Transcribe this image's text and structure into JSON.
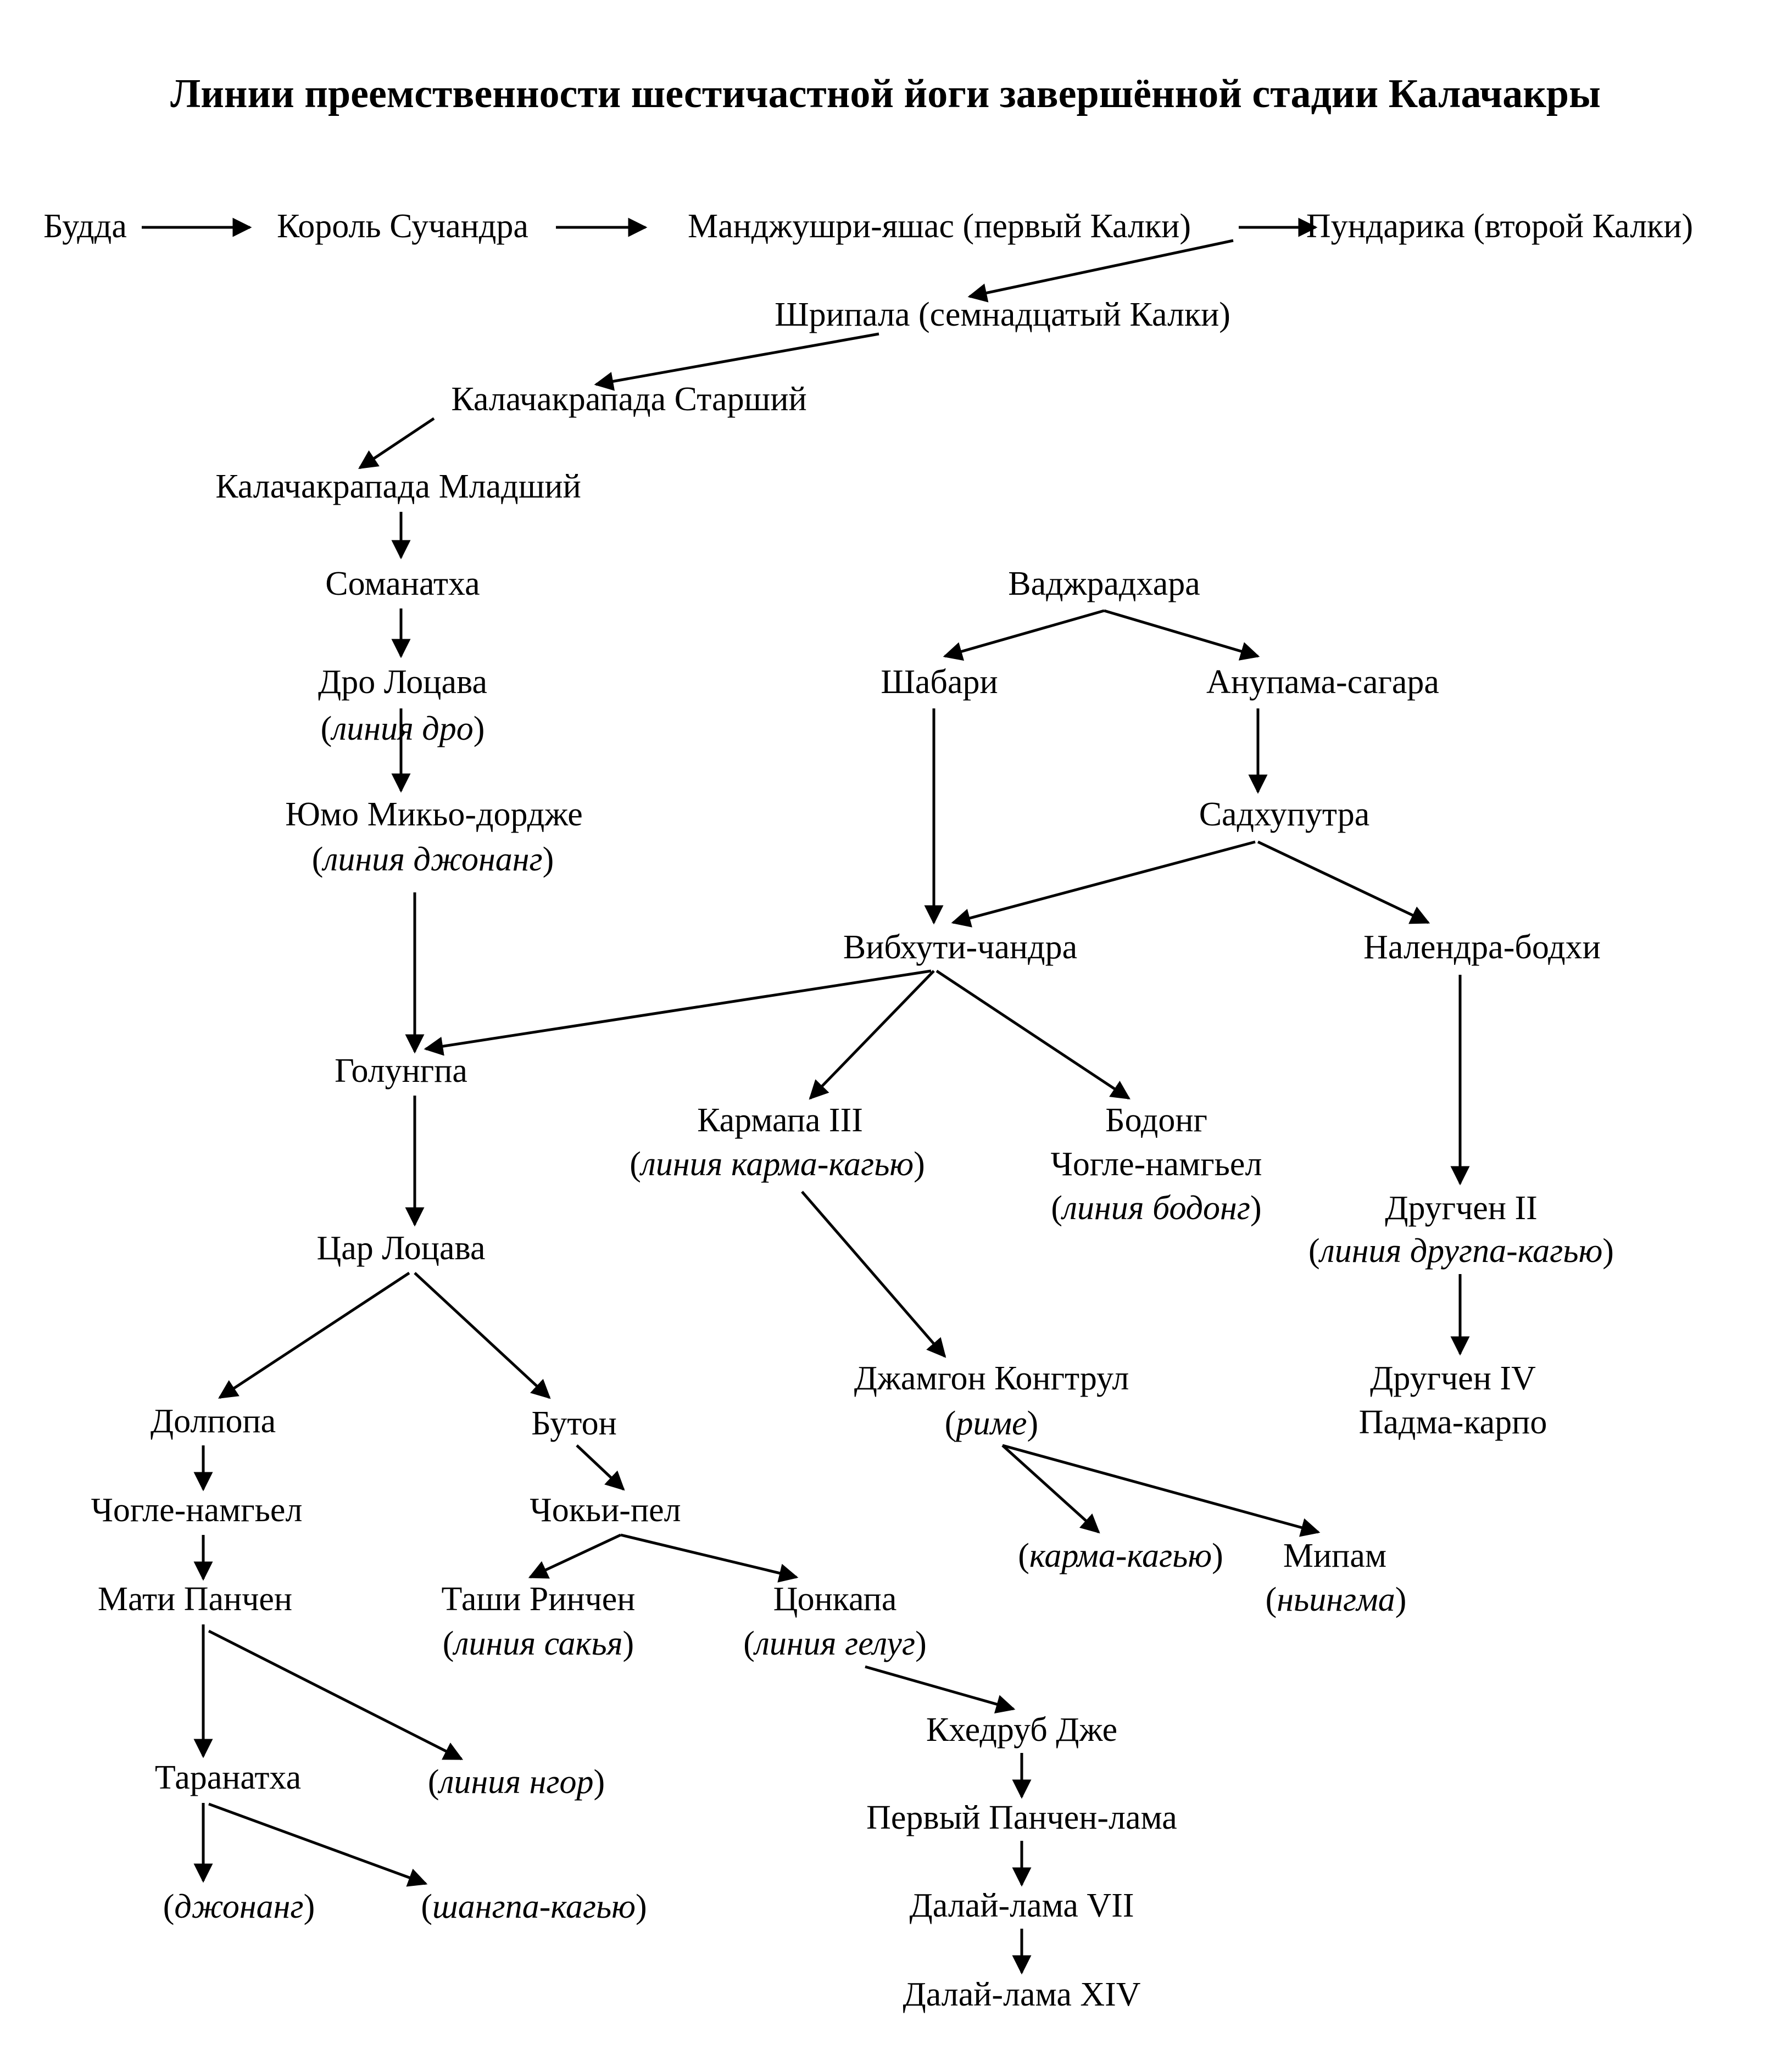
{
  "title": "Линии преемственности шестичастной йоги завершённой стадии Калачакры",
  "nodes": {
    "budda": "Будда",
    "suchandra": "Король Сучандра",
    "manjushri": "Манджушри-яшас (первый Калки)",
    "pundarika": "Пундарика (второй Калки)",
    "shripala": "Шрипала (семнадцатый Калки)",
    "kalachakrapada_senior": "Калачакрапада Старший",
    "kalachakrapada_junior": "Калачакрапада Младший",
    "somanatha": "Соманатха",
    "dro_lotsava": "Дро Лоцава",
    "yumo": "Юмо Микьо-дордже",
    "golungpa": "Голунгпа",
    "tsar_lotsava": "Цар Лоцава",
    "dolpopa": "Долпопа",
    "chogle_namgyel_1": "Чогле-намгьел",
    "mati_panchen": "Мати Панчен",
    "taranatha": "Таранатха",
    "buton": "Бутон",
    "chokyi_pel": "Чокьи-пел",
    "tashi_rinchen": "Таши Ринчен",
    "tsongkapa": "Цонкапа",
    "khedrub": "Кхедруб Дже",
    "panchen_1": "Первый Панчен-лама",
    "dalai_7": "Далай-лама VII",
    "dalai_14": "Далай-лама XIV",
    "vajradhara": "Ваджрадхара",
    "shabari": "Шабари",
    "anupama": "Анупама-сагара",
    "sadhuputra": "Садхупутра",
    "vibhuti": "Вибхути-чандра",
    "nalendra": "Налендра-бодхи",
    "karmapa": "Кармапа III",
    "bodong": "Бодонг",
    "chogle_namgyel_2": "Чогле-намгьел",
    "jamgon": "Джамгон Конгтрул",
    "mipam": "Мипам",
    "drugchen_2": "Другчен II",
    "drugchen_4": "Другчен IV",
    "padma_karpo": "Падма-карпо"
  },
  "lineages": {
    "dro": {
      "open": "(",
      "name": "линия дро",
      "close": ")"
    },
    "jonang": {
      "open": "(",
      "name": "линия джонанг",
      "close": ")"
    },
    "ngor": {
      "open": "(",
      "name": "линия нгор",
      "close": ")"
    },
    "jonang_2": {
      "open": "(",
      "name": "джонанг",
      "close": ")"
    },
    "shangpa": {
      "open": "(",
      "name": "шангпа-кагью",
      "close": ")"
    },
    "sakya": {
      "open": "(",
      "name": "линия сакья",
      "close": ")"
    },
    "gelug": {
      "open": "(",
      "name": "линия гелуг",
      "close": ")"
    },
    "karma": {
      "open": "(",
      "name": "линия карма-кагью",
      "close": ")"
    },
    "bodong": {
      "open": "(",
      "name": "линия бодонг",
      "close": ")"
    },
    "drugpa": {
      "open": "(",
      "name": "линия другпа-кагью",
      "close": ")"
    },
    "rime": {
      "open": "(",
      "name": "риме",
      "close": ")"
    },
    "karma_2": {
      "open": "(",
      "name": "карма-кагью",
      "close": ")"
    },
    "nyingma": {
      "open": "(",
      "name": "ньингма",
      "close": ")"
    }
  },
  "colors": {
    "ink": "#000000",
    "background": "#ffffff"
  }
}
